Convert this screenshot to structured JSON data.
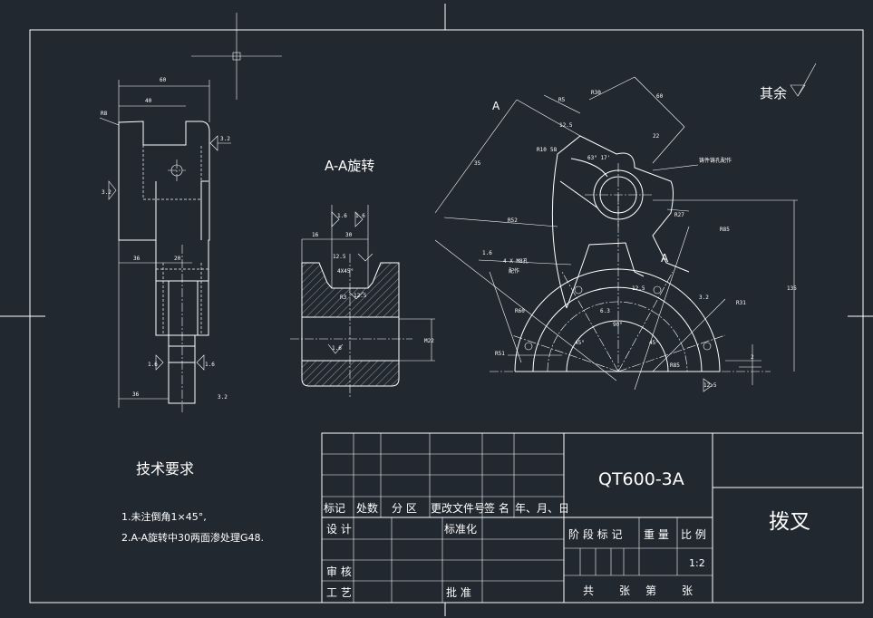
{
  "colors": {
    "background": "#212830",
    "lines": "#ffffff"
  },
  "section_title": "A-A旋转",
  "surface_note": "其余",
  "section_marker": "A",
  "dims_left_view": [
    "60",
    "40",
    "R8",
    "3.2",
    "3.2",
    "36",
    "20",
    "1.6",
    "1.6",
    "36",
    "3.2"
  ],
  "dims_section": [
    "16",
    "30",
    "1.6",
    "1.6",
    "12.5",
    "4X45°",
    "R3",
    "12.5",
    "1.6",
    "M22"
  ],
  "dims_main_view": [
    "R30",
    "R10",
    "R5",
    "35",
    "60",
    "12.5",
    "R52",
    "58",
    "22",
    "63° 17'",
    "R27",
    "1.6",
    "4 X M8孔",
    "配作",
    "R85",
    "3.2",
    "12.5",
    "6.3",
    "R60",
    "R51",
    "R31",
    "90°",
    "45°",
    "45°",
    "135",
    "2",
    "12.5",
    "R85",
    "铸件铸孔配作"
  ],
  "tech_req": {
    "title": "技术要求",
    "items": [
      "1.未注倒角1×45°,",
      "2.A-A旋转中30两面渗处理G48."
    ]
  },
  "title_block": {
    "material": "QT600-3A",
    "part_name": "拨叉",
    "rev_headers": [
      "标记",
      "处数",
      "分 区",
      "更改文件号",
      "签 名",
      "年、月、日"
    ],
    "design": "设 计",
    "standardize": "标准化",
    "review": "审 核",
    "process": "工 艺",
    "approve": "批 准",
    "stage_headers": [
      "阶 段 标 记",
      "重 量",
      "比 例"
    ],
    "scale": "1:2",
    "sheets": [
      "共",
      "张",
      "第",
      "张"
    ]
  }
}
